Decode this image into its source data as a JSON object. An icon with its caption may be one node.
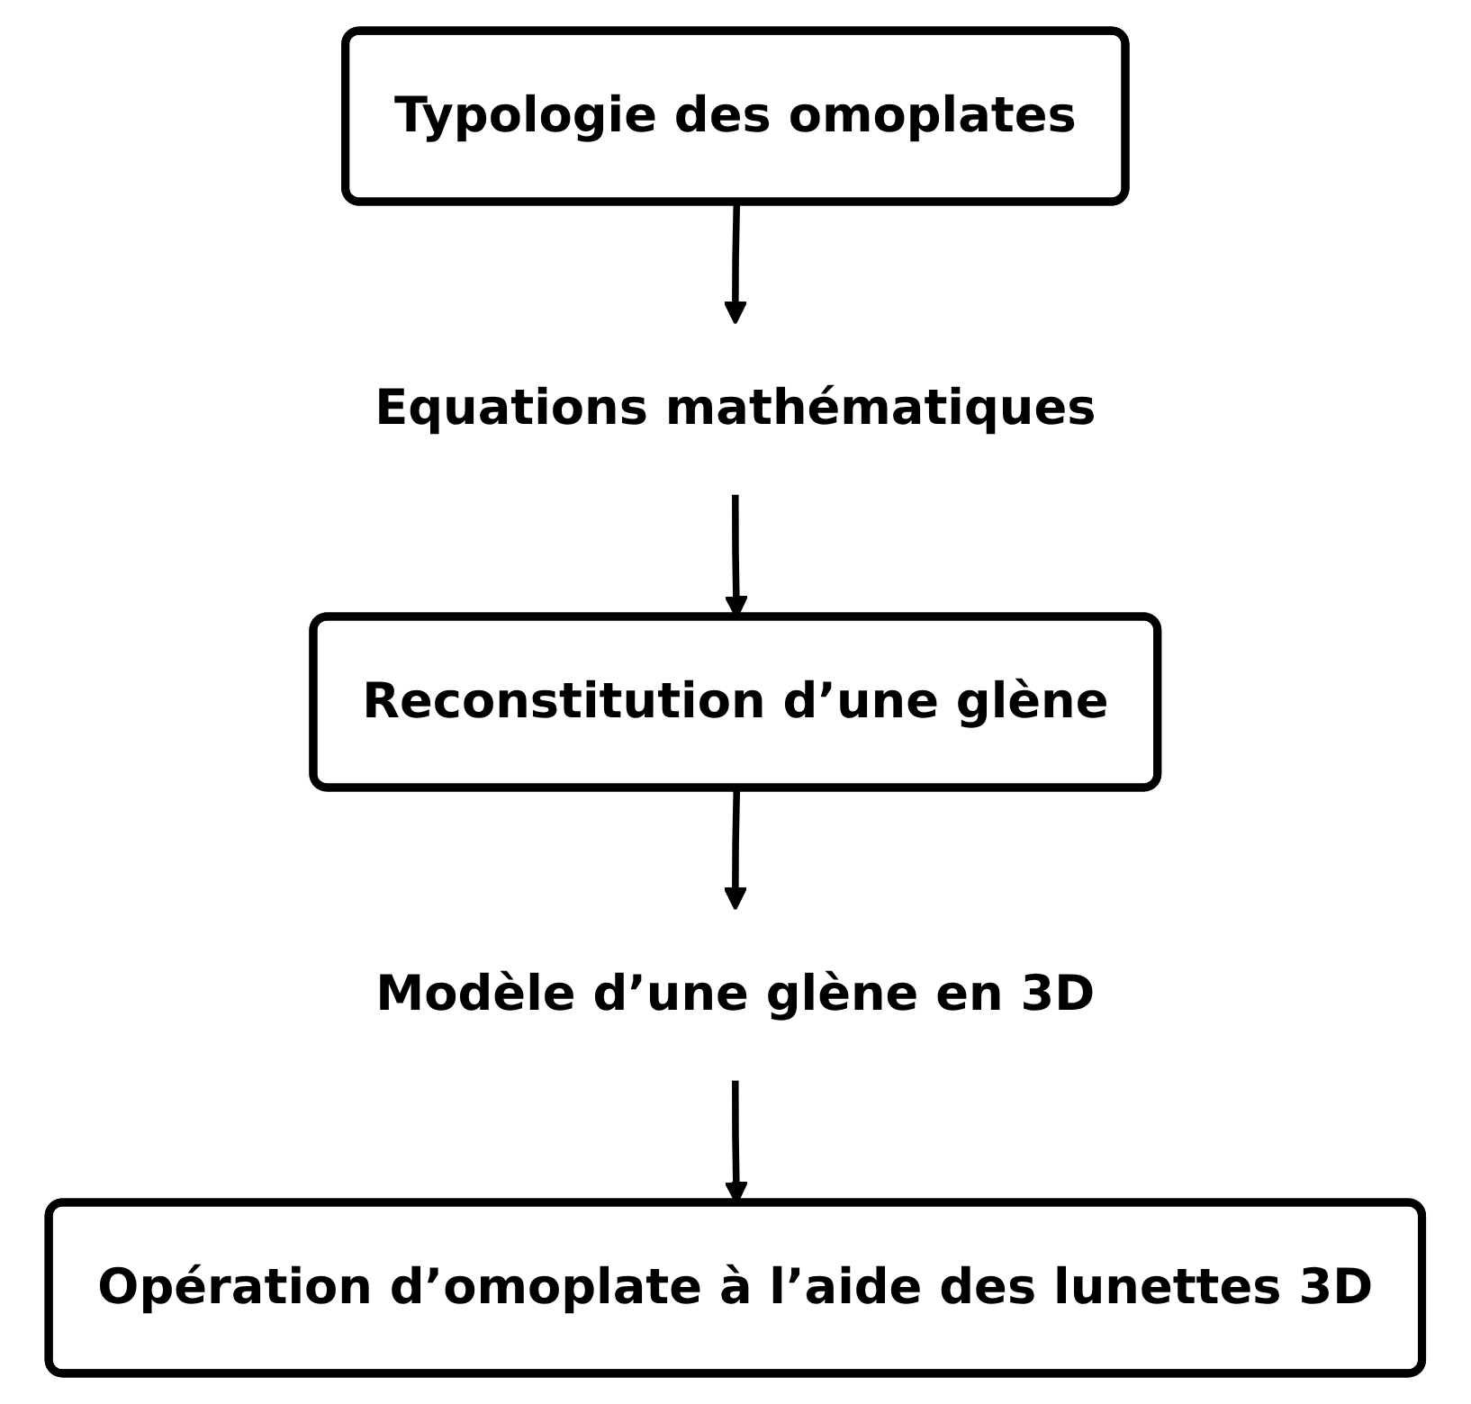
{
  "diagram": {
    "nodes": [
      {
        "text": [
          "Typologie des omoplates"
        ]
      },
      {
        "text": [
          "Equations mathématiques"
        ]
      },
      {
        "text": [
          "Reconstitution d’une glène"
        ]
      },
      {
        "text": [
          "Modèle d’une glène en 3D"
        ]
      },
      {
        "text": [
          "Opération d’omoplate à l’aide des lunettes 3D"
        ]
      }
    ],
    "edges": [
      {
        "from": 0,
        "to": 1,
        "arrow": "to"
      },
      {
        "from": 1,
        "to": 2,
        "arrow": "to"
      },
      {
        "from": 2,
        "to": 3,
        "arrow": "to"
      },
      {
        "from": 3,
        "to": 4,
        "arrow": "to"
      }
    ]
  }
}
